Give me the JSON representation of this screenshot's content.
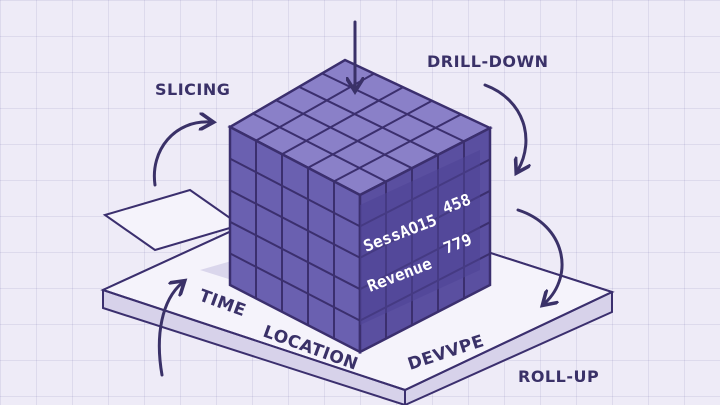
{
  "labels": {
    "slicing": "SLICING",
    "drill_down": "DRILL-DOWN",
    "roll_up": "ROLL-UP",
    "time": "TIME",
    "location": "LOCATION",
    "devvpe": "DEVVPE"
  },
  "panel": {
    "row1_label": "SessAO15",
    "row1_value": "458",
    "row2_label": "Revenue",
    "row2_value": "779"
  },
  "colors": {
    "cube_top": "#8a80c8",
    "cube_left": "#6a60b0",
    "cube_right": "#5a4fa0",
    "outline": "#3b2f6e",
    "platform": "#f5f3fb"
  }
}
